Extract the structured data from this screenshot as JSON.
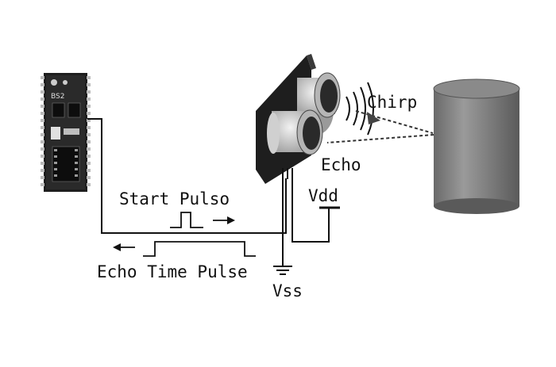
{
  "labels": {
    "chirp": "Chirp",
    "echo": "Echo",
    "start_pulse": "Start Pulso",
    "vdd": "Vdd",
    "echo_time_pulse": "Echo Time Pulse",
    "vss": "Vss",
    "module_marking": "BS2"
  },
  "colors": {
    "ink": "#111111",
    "cylinder_top": "#8a8a8a",
    "cylinder_body": "#7a7a7a",
    "board": "#1e1e1e",
    "transducer": "#d8d8d8"
  },
  "icons": [
    "microcontroller-board",
    "ultrasonic-sensor",
    "target-cylinder",
    "ground-symbol",
    "arrow-right",
    "arrow-left"
  ]
}
